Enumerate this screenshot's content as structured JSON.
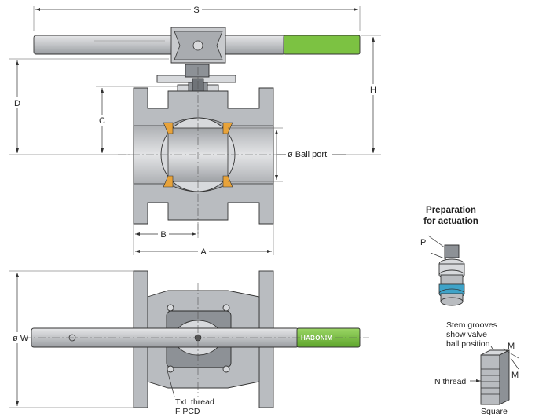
{
  "labels": {
    "S": "S",
    "H": "H",
    "D": "D",
    "C": "C",
    "ball_port": "ø Ball port",
    "B": "B",
    "A": "A",
    "W": "ø W",
    "txl_thread": "TxL thread",
    "f_pcd": "F PCD",
    "preparation_line1": "Preparation",
    "preparation_line2": "for actuation",
    "P": "P",
    "stem_grooves_line1": "Stem grooves",
    "stem_grooves_line2": "show valve",
    "stem_grooves_line3": "ball position",
    "M_top": "M",
    "M_side": "M",
    "n_thread": "N thread",
    "square": "Square"
  },
  "brand": {
    "name": "HABONIM",
    "handle_grip_color": "#7cc242"
  },
  "colors": {
    "seat": "#e8a33a",
    "stem_ring": "#3fa3c8"
  }
}
